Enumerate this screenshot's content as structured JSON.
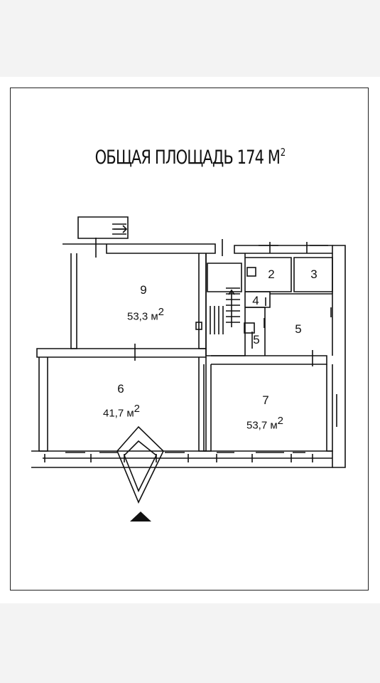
{
  "title": {
    "text": "ОБЩАЯ ПЛОЩАДЬ 174 М",
    "sup": "2"
  },
  "rooms": {
    "r9": {
      "number": "9",
      "area": "53,3 м",
      "sup": "2"
    },
    "r6": {
      "number": "6",
      "area": "41,7 м",
      "sup": "2"
    },
    "r7": {
      "number": "7",
      "area": "53,7 м",
      "sup": "2"
    },
    "r2": {
      "number": "2"
    },
    "r3": {
      "number": "3"
    },
    "r4": {
      "number": "4"
    },
    "r5a": {
      "number": "5"
    },
    "r5b": {
      "number": "5"
    }
  },
  "colors": {
    "wall": "#111111",
    "background": "#ffffff",
    "outer": "#f3f3f3"
  }
}
